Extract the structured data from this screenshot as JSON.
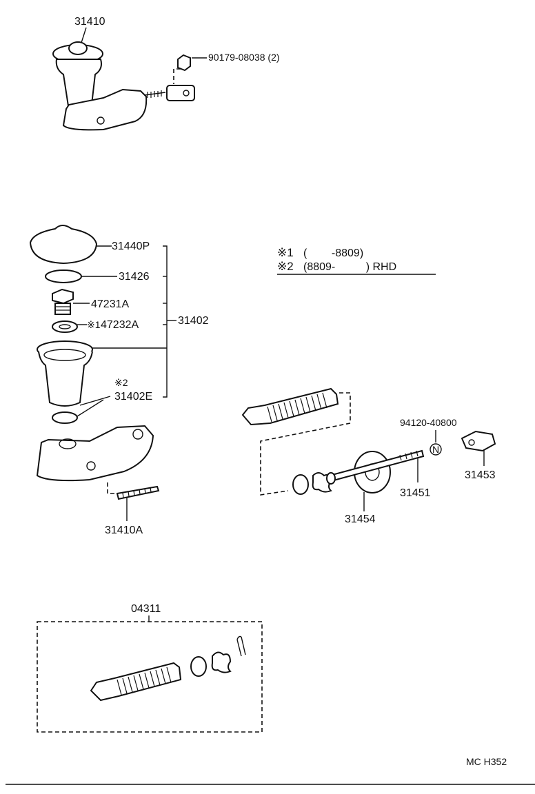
{
  "labels": {
    "master_cylinder_assy": "31410",
    "bolt": "90179-08038 (2)",
    "reservoir_cap": "31440P",
    "diaphragm": "31426",
    "reservoir_union": "47231A",
    "grommet": "47232A",
    "grommet_mark": "※1",
    "reservoir_kit": "31402",
    "reservoir": "31402E",
    "reservoir_mark": "※2",
    "stud": "31410A",
    "push_rod_clip": "94120-40800",
    "clevis": "31453",
    "push_rod": "31451",
    "boot": "31454",
    "repair_kit": "04311",
    "catalog_code": "MC H352"
  },
  "notes": {
    "note1_mark": "※1",
    "note1_text": "(        -8809)",
    "note2_mark": "※2",
    "note2_text": "(8809-          ) RHD"
  },
  "symbols": {
    "non_reusable": "N"
  }
}
